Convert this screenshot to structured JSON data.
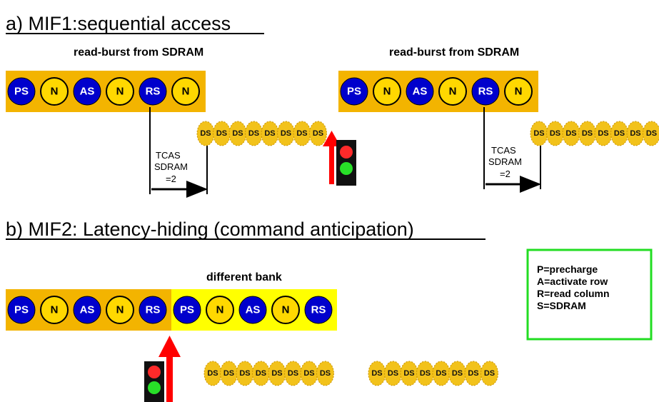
{
  "section_a": {
    "title": "a) MIF1:sequential access",
    "label_left": "read-burst from SDRAM",
    "label_right": "read-burst from SDRAM",
    "tokens": [
      "PS",
      "N",
      "AS",
      "N",
      "RS",
      "N"
    ],
    "ds_text": "DS",
    "tcas_lines": [
      "TCAS",
      "SDRAM",
      "=2"
    ]
  },
  "section_b": {
    "title": "b) MIF2: Latency-hiding (command anticipation)",
    "bank_label": "different bank",
    "tokens_first": [
      "PS",
      "N",
      "AS",
      "N",
      "RS"
    ],
    "tokens_second": [
      "PS",
      "N",
      "AS",
      "N",
      "RS"
    ],
    "ds_text": "DS"
  },
  "legend": {
    "lines": [
      "P=precharge",
      "A=activate row",
      "R=read column",
      "S=SDRAM"
    ]
  },
  "colors": {
    "band_orange": "#f3b400",
    "band_yellow": "#ffff00",
    "token_blue": "#0000cc",
    "token_yellow": "#ffd800",
    "ds_yellow": "#f2c21b",
    "arrow_red": "#ff0000",
    "legend_border": "#22dd22",
    "light_red": "#ff2a2a",
    "light_green": "#28e028"
  }
}
